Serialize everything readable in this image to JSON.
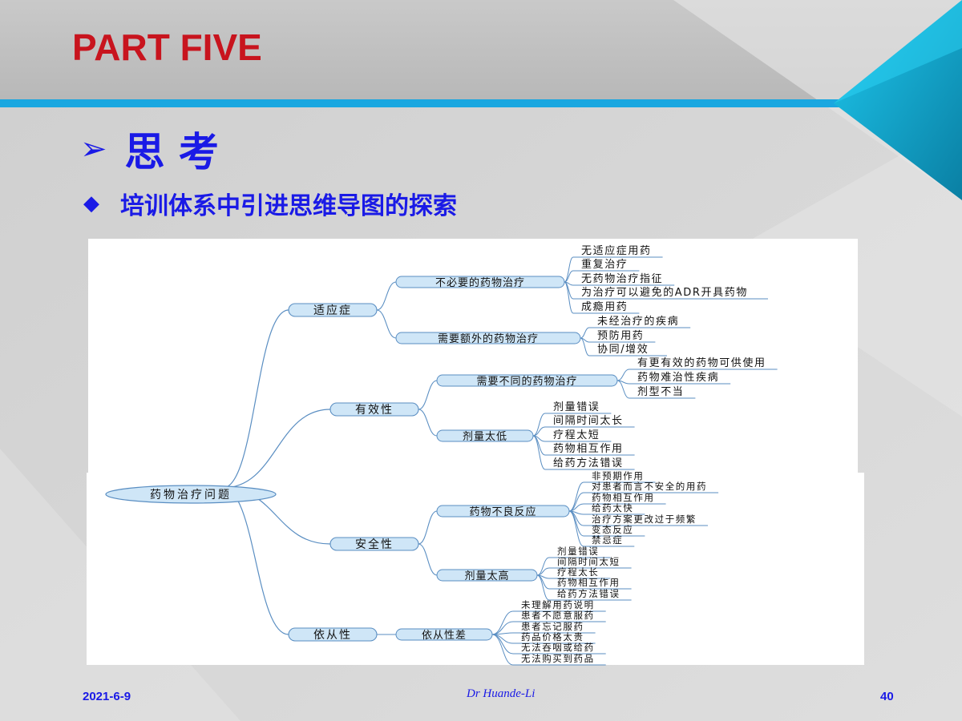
{
  "slide": {
    "title": "PART FIVE",
    "heading": "思 考",
    "subheading": "培训体系中引进思维导图的探索",
    "date": "2021-6-9",
    "author": "Dr Huande-Li",
    "page_number": "40"
  },
  "mindmap": {
    "root": "药物治疗问题",
    "categories": [
      {
        "label": "适应症",
        "groups": [
          {
            "label": "不必要的药物治疗",
            "items": [
              "无适应症用药",
              "重复治疗",
              "无药物治疗指征",
              "为治疗可以避免的ADR开具药物",
              "成瘾用药"
            ]
          },
          {
            "label": "需要额外的药物治疗",
            "items": [
              "未经治疗的疾病",
              "预防用药",
              "协同/增效"
            ]
          }
        ]
      },
      {
        "label": "有效性",
        "groups": [
          {
            "label": "需要不同的药物治疗",
            "items": [
              "有更有效的药物可供使用",
              "药物难治性疾病",
              "剂型不当"
            ]
          },
          {
            "label": "剂量太低",
            "items": [
              "剂量错误",
              "间隔时间太长",
              "疗程太短",
              "药物相互作用",
              "给药方法错误"
            ]
          }
        ]
      },
      {
        "label": "安全性",
        "groups": [
          {
            "label": "药物不良反应",
            "items": [
              "非预期作用",
              "对患者而言不安全的用药",
              "药物相互作用",
              "给药太快",
              "治疗方案更改过于频繁",
              "变态反应",
              "禁忌症"
            ]
          },
          {
            "label": "剂量太高",
            "items": [
              "剂量错误",
              "间隔时间太短",
              "疗程太长",
              "药物相互作用",
              "给药方法错误"
            ]
          }
        ]
      },
      {
        "label": "依从性",
        "groups": [
          {
            "label": "依从性差",
            "items": [
              "未理解用药说明",
              "患者不愿意服药",
              "患者忘记服药",
              "药品价格太贵",
              "无法吞咽或给药",
              "无法购买到药品"
            ]
          }
        ]
      }
    ]
  }
}
